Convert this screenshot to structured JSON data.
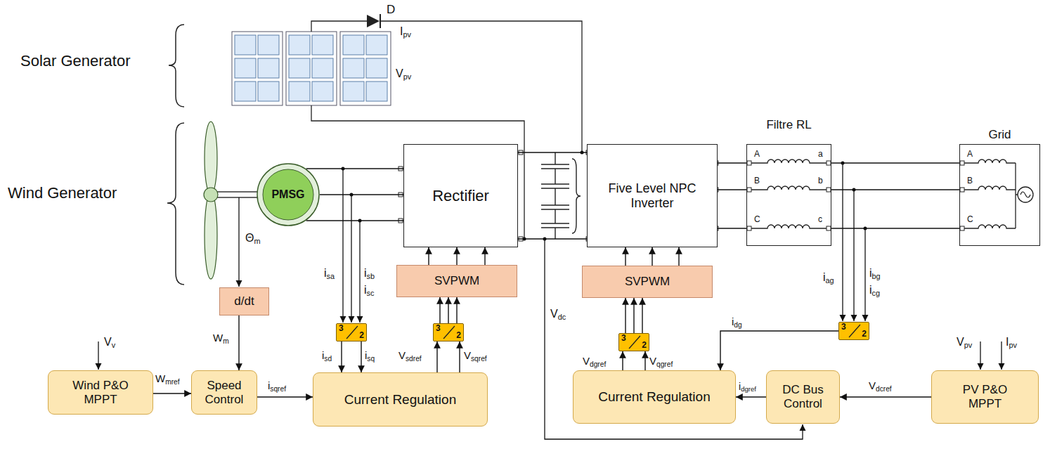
{
  "diagram": {
    "nodes": [
      {
        "text": [
          "PMSG"
        ]
      },
      {
        "text": [
          "Rectifier"
        ]
      },
      {
        "text": [
          "Five Level NPC Inverter"
        ]
      },
      {
        "text": [
          "Filtre RL"
        ]
      },
      {
        "text": [
          "Grid"
        ]
      },
      {
        "text": [
          "SVPWM"
        ]
      },
      {
        "text": [
          "SVPWM"
        ]
      },
      {
        "text": [
          "d/dt"
        ]
      },
      {
        "text": [
          "3",
          "2"
        ]
      },
      {
        "text": [
          "3",
          "2"
        ]
      },
      {
        "text": [
          "3",
          "2"
        ]
      },
      {
        "text": [
          "3",
          "2"
        ]
      },
      {
        "text": [
          "Wind P&O MPPT"
        ]
      },
      {
        "text": [
          "Speed Control"
        ]
      },
      {
        "text": [
          "Current Regulation"
        ]
      },
      {
        "text": [
          "Current Regulation"
        ]
      },
      {
        "text": [
          "DC Bus Control"
        ]
      },
      {
        "text": [
          "PV P&O MPPT"
        ]
      }
    ],
    "edges": [
      {
        "from": 12,
        "to": 13,
        "label": "Wmref",
        "arrow": "to"
      },
      {
        "from": 7,
        "to": 13,
        "label": "Wm",
        "arrow": "to"
      },
      {
        "from": 13,
        "to": 14,
        "label": "isqref",
        "arrow": "to"
      },
      {
        "from": 8,
        "to": 14,
        "label": "isd",
        "arrow": "to"
      },
      {
        "from": 8,
        "to": 14,
        "label": "isq",
        "arrow": "to"
      },
      {
        "from": 14,
        "to": 9,
        "label": "Vsdref",
        "arrow": "to"
      },
      {
        "from": 14,
        "to": 9,
        "label": "Vsqref",
        "arrow": "to"
      },
      {
        "from": 9,
        "to": 5,
        "arrow": "to"
      },
      {
        "from": 9,
        "to": 5,
        "arrow": "to"
      },
      {
        "from": 9,
        "to": 5,
        "arrow": "to"
      },
      {
        "from": 5,
        "to": 1,
        "arrow": "to"
      },
      {
        "from": 5,
        "to": 1,
        "arrow": "to"
      },
      {
        "from": 5,
        "to": 1,
        "arrow": "to"
      },
      {
        "from": 0,
        "to": 1,
        "arrow": "none"
      },
      {
        "from": 0,
        "to": 1,
        "arrow": "none"
      },
      {
        "from": 0,
        "to": 1,
        "arrow": "none"
      },
      {
        "from": 1,
        "to": 2,
        "arrow": "none"
      },
      {
        "from": 1,
        "to": 2,
        "arrow": "none"
      },
      {
        "from": 2,
        "to": 3,
        "arrow": "none"
      },
      {
        "from": 2,
        "to": 3,
        "arrow": "none"
      },
      {
        "from": 2,
        "to": 3,
        "arrow": "none"
      },
      {
        "from": 3,
        "to": 4,
        "arrow": "none"
      },
      {
        "from": 3,
        "to": 4,
        "arrow": "none"
      },
      {
        "from": 3,
        "to": 4,
        "arrow": "none"
      },
      {
        "from": 15,
        "to": 10,
        "label": "Vdgref",
        "arrow": "to"
      },
      {
        "from": 15,
        "to": 10,
        "label": "Vqgref",
        "arrow": "to"
      },
      {
        "from": 10,
        "to": 6,
        "arrow": "to"
      },
      {
        "from": 10,
        "to": 6,
        "arrow": "to"
      },
      {
        "from": 10,
        "to": 6,
        "arrow": "to"
      },
      {
        "from": 6,
        "to": 2,
        "arrow": "to"
      },
      {
        "from": 6,
        "to": 2,
        "arrow": "to"
      },
      {
        "from": 6,
        "to": 2,
        "arrow": "to"
      },
      {
        "from": 11,
        "to": 15,
        "label": "idg",
        "arrow": "to"
      },
      {
        "from": 16,
        "to": 15,
        "label": "idgref",
        "arrow": "to"
      },
      {
        "from": 17,
        "to": 16,
        "label": "Vdcref",
        "arrow": "to"
      }
    ],
    "labels": [
      "Solar Generator",
      "Wind Generator",
      "D",
      "Ipv",
      "Vpv",
      "Θm",
      "isa",
      "isb",
      "isc",
      "Vdc",
      "iag",
      "ibg",
      "icg",
      "Vv",
      "Vpv",
      "Ipv",
      "A",
      "B",
      "C",
      "a",
      "b",
      "c",
      "A",
      "B",
      "C"
    ]
  }
}
